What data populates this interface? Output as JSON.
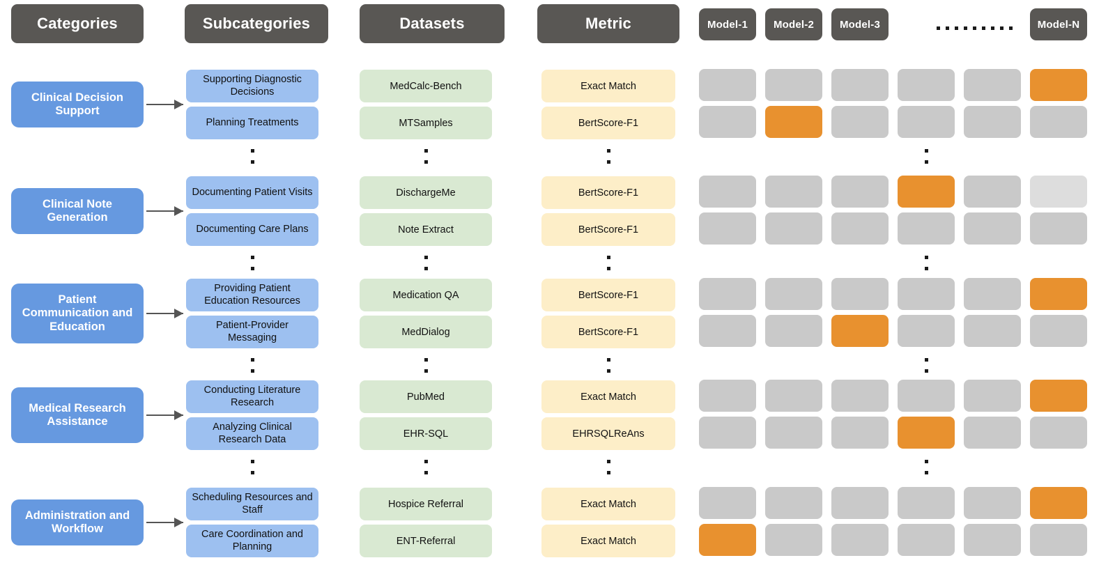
{
  "headers": {
    "categories": "Categories",
    "subcategories": "Subcategories",
    "datasets": "Datasets",
    "metric": "Metric",
    "models": [
      "Model-1",
      "Model-2",
      "Model-3",
      "Model-N"
    ],
    "models_ellipsis": "........."
  },
  "colors": {
    "header_bg": "#595754",
    "category_bg": "#6699e0",
    "subcategory_bg": "#9dc0f0",
    "dataset_bg": "#d9e9d2",
    "metric_bg": "#fdeec8",
    "cell_gray": "#c9c9c9",
    "cell_light_gray": "#dddddd",
    "cell_orange": "#e8912f",
    "arrow": "#555555"
  },
  "groups": [
    {
      "category": "Clinical Decision Support",
      "rows": [
        {
          "subcategory": "Supporting Diagnostic Decisions",
          "dataset": "MedCalc-Bench",
          "metric": "Exact Match",
          "cells": [
            "gray",
            "gray",
            "gray",
            "gray",
            "gray",
            "orange"
          ]
        },
        {
          "subcategory": "Planning Treatments",
          "dataset": "MTSamples",
          "metric": "BertScore-F1",
          "cells": [
            "gray",
            "orange",
            "gray",
            "gray",
            "gray",
            "gray"
          ]
        }
      ]
    },
    {
      "category": "Clinical Note Generation",
      "rows": [
        {
          "subcategory": "Documenting Patient Visits",
          "dataset": "DischargeMe",
          "metric": "BertScore-F1",
          "cells": [
            "gray",
            "gray",
            "gray",
            "orange",
            "gray",
            "light"
          ]
        },
        {
          "subcategory": "Documenting Care Plans",
          "dataset": "Note Extract",
          "metric": "BertScore-F1",
          "cells": [
            "gray",
            "gray",
            "gray",
            "gray",
            "gray",
            "gray"
          ]
        }
      ]
    },
    {
      "category": "Patient Communication and Education",
      "rows": [
        {
          "subcategory": "Providing Patient Education Resources",
          "dataset": "Medication QA",
          "metric": "BertScore-F1",
          "cells": [
            "gray",
            "gray",
            "gray",
            "gray",
            "gray",
            "orange"
          ]
        },
        {
          "subcategory": "Patient-Provider Messaging",
          "dataset": "MedDialog",
          "metric": "BertScore-F1",
          "cells": [
            "gray",
            "gray",
            "orange",
            "gray",
            "gray",
            "gray"
          ]
        }
      ]
    },
    {
      "category": "Medical Research Assistance",
      "rows": [
        {
          "subcategory": "Conducting Literature Research",
          "dataset": "PubMed",
          "metric": "Exact Match",
          "cells": [
            "gray",
            "gray",
            "gray",
            "gray",
            "gray",
            "orange"
          ]
        },
        {
          "subcategory": "Analyzing Clinical Research Data",
          "dataset": "EHR-SQL",
          "metric": "EHRSQLReAns",
          "cells": [
            "gray",
            "gray",
            "gray",
            "orange",
            "gray",
            "gray"
          ]
        }
      ]
    },
    {
      "category": "Administration and Workflow",
      "rows": [
        {
          "subcategory": "Scheduling Resources and Staff",
          "dataset": "Hospice Referral",
          "metric": "Exact Match",
          "cells": [
            "gray",
            "gray",
            "gray",
            "gray",
            "gray",
            "orange"
          ]
        },
        {
          "subcategory": "Care Coordination and Planning",
          "dataset": "ENT-Referral",
          "metric": "Exact Match",
          "cells": [
            "orange",
            "gray",
            "gray",
            "gray",
            "gray",
            "gray"
          ]
        }
      ]
    }
  ]
}
